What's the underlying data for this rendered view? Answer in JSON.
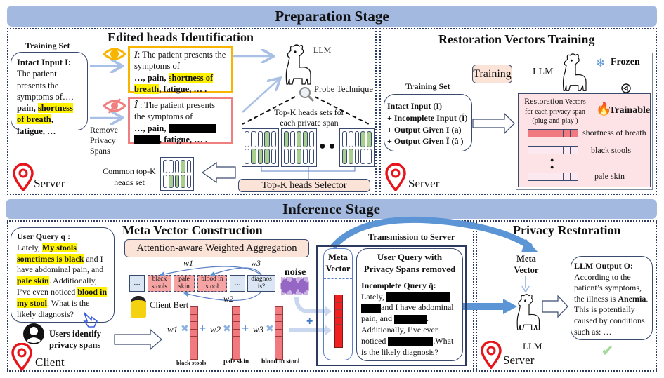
{
  "stages": {
    "preparation": "Preparation Stage",
    "inference": "Inference Stage"
  },
  "edited_heads": {
    "title": "Edited heads Identification",
    "training_set_label": "Training Set",
    "intact_input": {
      "label": "Intact Input I:",
      "text_before": "The patient presents the symptoms of…,",
      "pain": "pain,",
      "highlight": "shortness of breath",
      "after": ", fatigue, …"
    },
    "intact_box": {
      "label": "I",
      "text": ": The patient presents the symptoms of",
      "pain": "…, pain,",
      "highlight": "shortness of breath",
      "after": ", fatigue, … ."
    },
    "incomplete_box": {
      "label": "Î",
      "text": " : The patient presents the symptoms of",
      "pain": "…, pain,",
      "after": ", fatigue, … ."
    },
    "remove_label": "Remove Privacy Spans",
    "llm_label": "LLM",
    "probe_label": "Probe Technique",
    "topk_sets_label": "Top-K heads sets for each private span",
    "common_label": "Common top-K heads set",
    "selector_label": "Top-K heads Selector",
    "location": "Server",
    "head_sets": [
      [
        0,
        0,
        0,
        1,
        0,
        0,
        1,
        1,
        1,
        0
      ],
      [
        1,
        0,
        1,
        1,
        0,
        0,
        0,
        1,
        0,
        0
      ],
      [
        0,
        0,
        0,
        1,
        1,
        1,
        1,
        0,
        0,
        0
      ]
    ],
    "common_heads": [
      0,
      0,
      0,
      1,
      0,
      0,
      1,
      1,
      1,
      0
    ]
  },
  "restoration_training": {
    "title": "Restoration Vectors Training",
    "training_label": "Training",
    "training_set_label": "Training Set",
    "inputs": [
      "Intact Input (I)",
      "+ Incomplete Input (Î)",
      "+ Output Given I (a)",
      "+ Output Given Î (â )"
    ],
    "llm_label": "LLM",
    "frozen_label": "Frozen",
    "trainable_label": "Trainable",
    "vectors_title_1": "Restoration",
    "vectors_title_2": "Vectors",
    "vectors_sub": "for each privacy span",
    "vectors_sub2": "(plug-and-play )",
    "vectors": [
      {
        "label": "shortness of breath",
        "trained": true
      },
      {
        "label": "black stools",
        "trained": false
      },
      {
        "label": "pale skin",
        "trained": false
      }
    ],
    "location": "Server"
  },
  "meta_vector": {
    "title": "Meta Vector Construction",
    "aggregation_label": "Attention-aware Weighted Aggregation",
    "user_query": {
      "label": "User Query q :",
      "t1": "Lately, ",
      "h1": "My stools sometimes is black",
      "t2": " and I have abdominal pain, and ",
      "h2": "pale skin",
      "t3": ". Additionally, I’ve even noticed ",
      "h3": "blood in my stool",
      "t4": ". What is the likely diagnosis?"
    },
    "users_identify": "Users identify privacy spans",
    "tokens": [
      "…",
      "black stools",
      "pale skin",
      "blood in stool",
      "…",
      "diagnos is?"
    ],
    "weights": [
      "w1",
      "w2",
      "w3"
    ],
    "client_bert": "Client Bert",
    "vector_labels": [
      "black stools",
      "pale skin",
      "blood in stool"
    ],
    "noise_label": "noise",
    "location": "Client"
  },
  "transmission": {
    "title": "Transmission to Server",
    "meta_vector_label": "Meta Vector",
    "query_title": "User Query with Privacy Spans removed",
    "incomplete_label": "Incomplete Query q̂:",
    "t1": "Lately,",
    "t2": "and I have abdominal pain, and",
    "t3": ". Additionally, I’ve even noticed",
    "t4": ".What is the likely diagnosis?"
  },
  "privacy_restoration": {
    "title": "Privacy Restoration",
    "meta_vector_label": "Meta Vector",
    "llm_label": "LLM",
    "output_label": "LLM Output O:",
    "output_text": "According to the patient’s symptoms, the illness is ",
    "output_bold": "Anemia",
    "output_rest": ". This is potentially caused by conditions such as: …",
    "location": "Server"
  },
  "colors": {
    "stage_bar": "#a3b9e0",
    "highlight": "#fff200",
    "eye_open": "#f7b500",
    "eye_closed": "#f08080",
    "head_active": "#a8cf8e",
    "vector_red": "#f07a80",
    "pin_red": "#e8141b",
    "arrow_blue": "#5b95d6"
  }
}
